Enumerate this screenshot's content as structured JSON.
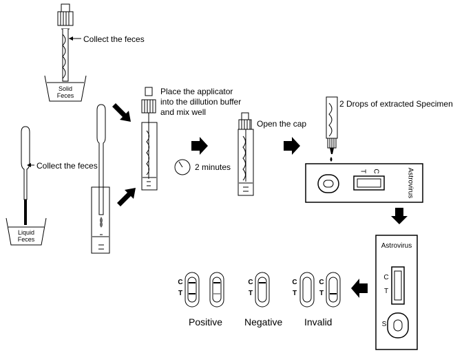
{
  "steps": {
    "solid_label": "Collect the feces",
    "solid_cup": [
      "Solid",
      "Feces"
    ],
    "liquid_label": "Collect the feces",
    "liquid_cup": [
      "Liquid",
      "Feces"
    ],
    "mix_label": [
      "Place the applicator",
      "into the dillution buffer",
      "and mix well"
    ],
    "timer_label": "2 minutes",
    "open_label": "Open the cap",
    "drops_label": "2 Drops of extracted  Specimen"
  },
  "cassette": {
    "brand": "Astrovirus",
    "window_c": "C",
    "window_t": "T",
    "sample_well": "S"
  },
  "results": {
    "marks_c": "C",
    "marks_t": "T",
    "positive": "Positive",
    "negative": "Negative",
    "invalid": "Invalid"
  }
}
